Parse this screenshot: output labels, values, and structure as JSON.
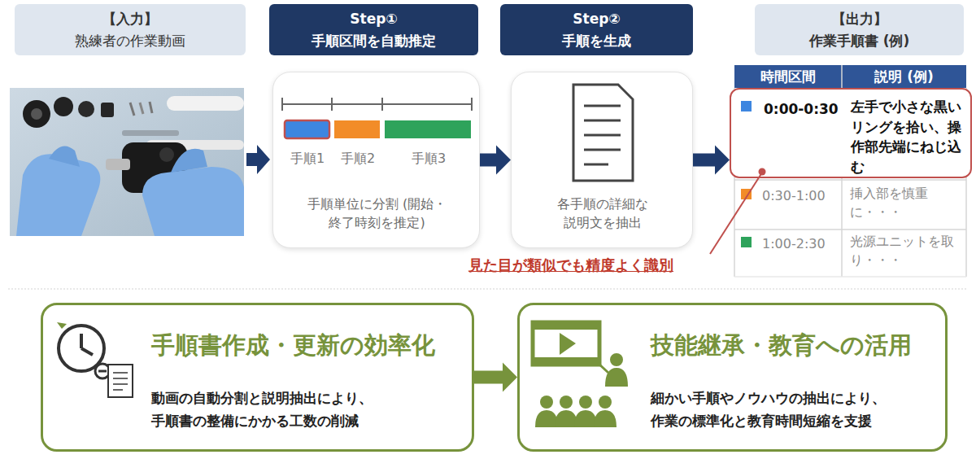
{
  "diagram": {
    "nodes": [
      {
        "text": [
          "【入力】",
          "熟練者の作業動画"
        ]
      },
      {
        "text": [
          "Step①",
          "手順区間を自動推定"
        ]
      },
      {
        "text": [
          "Step②",
          "手順を生成"
        ]
      },
      {
        "text": [
          "【出力】",
          "作業手順書 (例)"
        ]
      },
      {
        "text": [
          "手順単位に分割 (開始・終了時刻を推定)"
        ]
      },
      {
        "text": [
          "各手順の詳細な 説明文を抽出"
        ]
      },
      {
        "text": [
          "0:00-0:30",
          "左手で小さな黒いリングを拾い、操作部先端にねじ込む"
        ]
      },
      {
        "text": [
          "手順書作成・更新の効率化",
          "動画の自動分割と説明抽出により、 手順書の整備にかかる工数の削減"
        ]
      },
      {
        "text": [
          "技能継承・教育への活用",
          "細かい手順やノウハウの抽出により、 作業の標準化と教育時間短縮を支援"
        ]
      }
    ],
    "edges": [
      {
        "from": 4,
        "to": 5,
        "arrow": "to"
      },
      {
        "from": 5,
        "to": 6,
        "arrow": "to"
      },
      {
        "from": 7,
        "to": 8,
        "arrow": "to"
      }
    ],
    "labels": [
      "手順1",
      "手順2",
      "手順3",
      "時間区間",
      "説明 (例)",
      "0:30-1:00",
      "挿入部を慎重に・・・",
      "1:00-2:30",
      "光源ユニットを取り・・・",
      "見た目が類似でも精度よく識別"
    ]
  }
}
